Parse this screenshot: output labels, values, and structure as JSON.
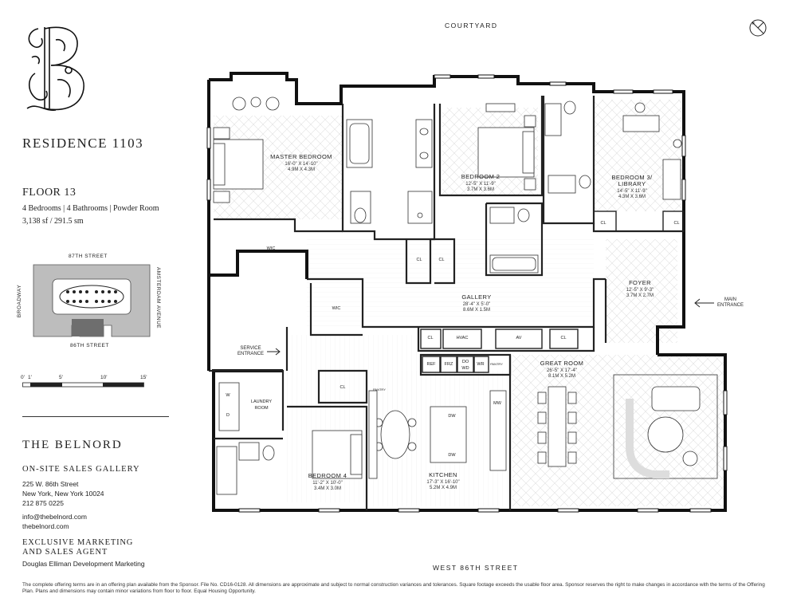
{
  "residence_title": "RESIDENCE 1103",
  "floor": {
    "title": "FLOOR 13",
    "specs": "4 Bedrooms | 4 Bathrooms | Powder Room",
    "area": "3,138 sf / 291.5 sm"
  },
  "keymap": {
    "north_street": "87TH STREET",
    "south_street": "86TH STREET",
    "west_street": "BROADWAY",
    "east_street": "AMSTERDAM AVENUE"
  },
  "scale": {
    "ticks": [
      "0'",
      "1'",
      "5'",
      "10'",
      "15'"
    ]
  },
  "brand": {
    "name": "THE BELNORD"
  },
  "sales_gallery": {
    "heading": "ON-SITE SALES GALLERY",
    "street": "225 W. 86th Street",
    "city": "New York, New York 10024",
    "phone": "212 875 0225",
    "email": "info@thebelnord.com",
    "website": "thebelnord.com"
  },
  "agent": {
    "heading_line1": "EXCLUSIVE MARKETING",
    "heading_line2": "AND SALES AGENT",
    "name": "Douglas Elliman Development Marketing"
  },
  "disclaimer": "The complete offering terms are in an offering plan available from the Sponsor. File No. CD16-0128. All dimensions are approximate and subject to normal construction variances and tolerances. Square footage exceeds the usable floor area. Sponsor reserves the right to make changes in accordance with the terms of the Offering Plan. Plans and dimensions may contain minor variations from floor to floor. Equal Housing Opportunity.",
  "plan": {
    "top_label": "COURTYARD",
    "bottom_label": "WEST 86TH STREET",
    "main_entrance": [
      "MAIN",
      "ENTRANCE"
    ],
    "service_entrance": [
      "SERVICE",
      "ENTRANCE"
    ],
    "rooms": {
      "master_bedroom": {
        "name": "MASTER BEDROOM",
        "dim_ft": "16'-0\" X 14'-10\"",
        "dim_m": "4.9M X 4.3M"
      },
      "bedroom_2": {
        "name": "BEDROOM 2",
        "dim_ft": "12'-5\" X 11'-9\"",
        "dim_m": "3.7M X 3.6M"
      },
      "bedroom_3": {
        "name1": "BEDROOM 3/",
        "name2": "LIBRARY",
        "dim_ft": "14'-5\" X 11'-9\"",
        "dim_m": "4.3M X 3.6M"
      },
      "gallery": {
        "name": "GALLERY",
        "dim_ft": "28'-4\" X 5'-0\"",
        "dim_m": "8.6M X 1.5M"
      },
      "foyer": {
        "name": "FOYER",
        "dim_ft": "12'-5\" X 9'-3\"",
        "dim_m": "3.7M X 2.7M"
      },
      "great_room": {
        "name": "GREAT ROOM",
        "dim_ft": "26'-5\" X 17'-4\"",
        "dim_m": "8.1M X 5.2M"
      },
      "kitchen": {
        "name": "KITCHEN",
        "dim_ft": "17'-3\" X 16'-10\"",
        "dim_m": "5.2M X 4.9M"
      },
      "bedroom_4": {
        "name": "BEDROOM 4",
        "dim_ft": "11'-2\" X 10'-0\"",
        "dim_m": "3.4M X 3.0M"
      },
      "laundry": {
        "name1": "LAUNDRY",
        "name2": "ROOM"
      }
    },
    "small_labels": {
      "wic": "WIC",
      "cl": "CL",
      "hvac": "HVAC",
      "av": "AV",
      "ref": "REF",
      "frz": "FRZ",
      "do": "DO",
      "wd": "WD",
      "wr": "WR",
      "pantry": "PANTRY",
      "dw": "DW",
      "mw": "MW",
      "w": "W",
      "d": "D"
    }
  }
}
